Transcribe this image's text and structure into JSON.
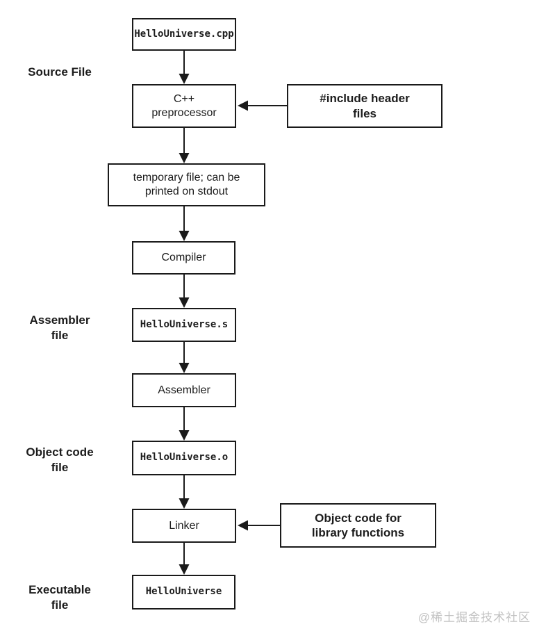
{
  "diagram": {
    "title_hint": "C++ compilation process flowchart",
    "side_labels": {
      "source_file": "Source File",
      "assembler_file": "Assembler file",
      "object_code_file": "Object code file",
      "executable_file": "Executable file"
    },
    "nodes": {
      "cpp_file": "HelloUniverse.cpp",
      "preprocessor": "C++ preprocessor",
      "include_headers": "#include header files",
      "temp_file": "temporary file; can be printed on stdout",
      "compiler": "Compiler",
      "assembler_file": "HelloUniverse.s",
      "assembler": "Assembler",
      "object_file": "HelloUniverse.o",
      "linker": "Linker",
      "object_library": "Object code for library functions",
      "executable": "HelloUniverse"
    },
    "watermark": "@稀土掘金技术社区",
    "colors": {
      "border": "#1a1a1a",
      "text": "#1c1c1c",
      "background": "#ffffff",
      "watermark": "#c2c2c2"
    }
  }
}
